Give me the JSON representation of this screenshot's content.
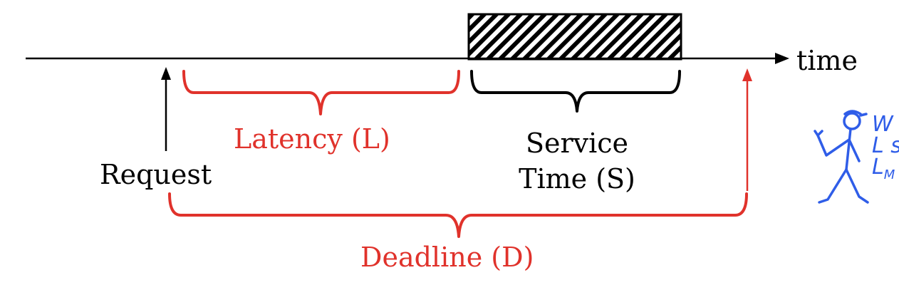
{
  "labels": {
    "time": "time",
    "latency": "Latency (L)",
    "service_line1": "Service",
    "service_line2": "Time (S)",
    "request": "Request",
    "deadline": "Deadline (D)",
    "handwritten_line1": "W",
    "handwritten_line2": "L s",
    "handwritten_line3": "L",
    "handwritten_subscript": "M"
  },
  "colors": {
    "red": "#e0322b",
    "blue": "#2f5de8",
    "black": "#000000"
  },
  "icons": [
    "stick-figure-icon",
    "arrow-right-icon",
    "arrow-up-icon",
    "hatched-block"
  ]
}
